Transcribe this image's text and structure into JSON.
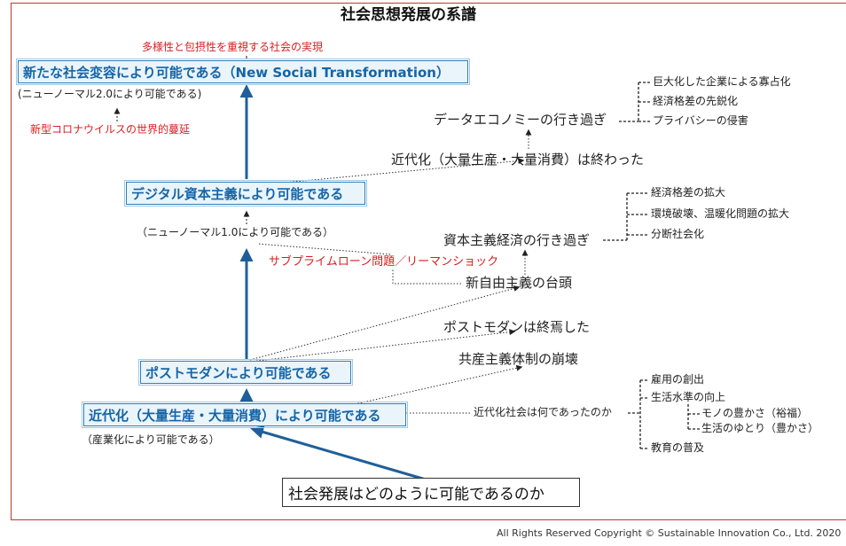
{
  "title": "社会思想発展の系譜",
  "boxes": {
    "new_social": "新たな社会変容により可能である（New Social Transformation）",
    "digital": "デジタル資本主義により可能である",
    "postmodern": "ポストモダンにより可能である",
    "modernization": "近代化（大量生産・大量消費）により可能である",
    "question": "社会発展はどのように可能であるのか"
  },
  "labels": {
    "diversity": "多様性と包摂性を重視する社会の実現",
    "new_normal_2": "(ニューノーマル2.0により可能である)",
    "corona": "新型コロナウイルスの世界的蔓延",
    "new_normal_1": "（ニューノーマル1.0により可能である）",
    "subprime": "サブプライムローン問題／リーマンショック",
    "industrialization": "（産業化により可能である）",
    "data_economy": "データエコノミーの行き過ぎ",
    "modernization_ended": "近代化（大量生産・大量消費）は終わった",
    "capitalism_excess": "資本主義経済の行き過ぎ",
    "neoliberalism": "新自由主義の台頭",
    "postmodern_ended": "ポストモダンは終焉した",
    "communism_collapse": "共産主義体制の崩壊",
    "modern_society_q": "近代化社会は何であったのか"
  },
  "data_economy_effects": [
    "巨大化した企業による寡占化",
    "経済格差の先鋭化",
    "プライバシーの侵害"
  ],
  "capitalism_effects": [
    "経済格差の拡大",
    "環境破壊、温暖化問題の拡大",
    "分断社会化"
  ],
  "modern_society_effects": {
    "employment": "雇用の創出",
    "living_standard": "生活水準の向上",
    "material_wealth": "モノの豊かさ（裕福）",
    "life_comfort": "生活のゆとり（豊かさ）",
    "education": "教育の普及"
  },
  "copyright": "All Rights Reserved Copyright © Sustainable Innovation Co., Ltd.  2020"
}
